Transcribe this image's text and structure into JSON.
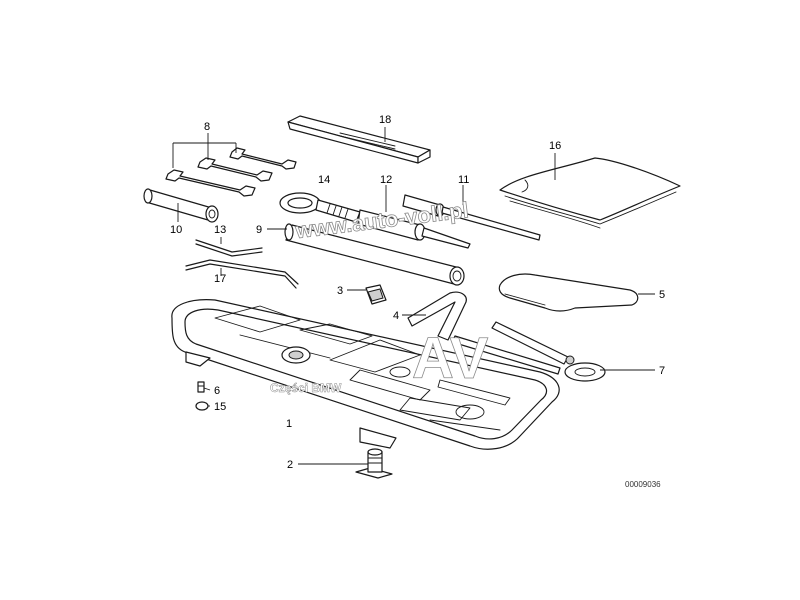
{
  "callouts": {
    "c1": "1",
    "c2": "2",
    "c3": "3",
    "c4": "4",
    "c5": "5",
    "c6": "6",
    "c7": "7",
    "c8": "8",
    "c9": "9",
    "c10": "10",
    "c11": "11",
    "c12": "12",
    "c13": "13",
    "c14": "14",
    "c15": "15",
    "c16": "16",
    "c17": "17",
    "c18": "18"
  },
  "watermark": {
    "site": "www.auto-voll.pl",
    "logo": "AV",
    "brand": "Części BMW"
  },
  "drawing_code": "00009036"
}
